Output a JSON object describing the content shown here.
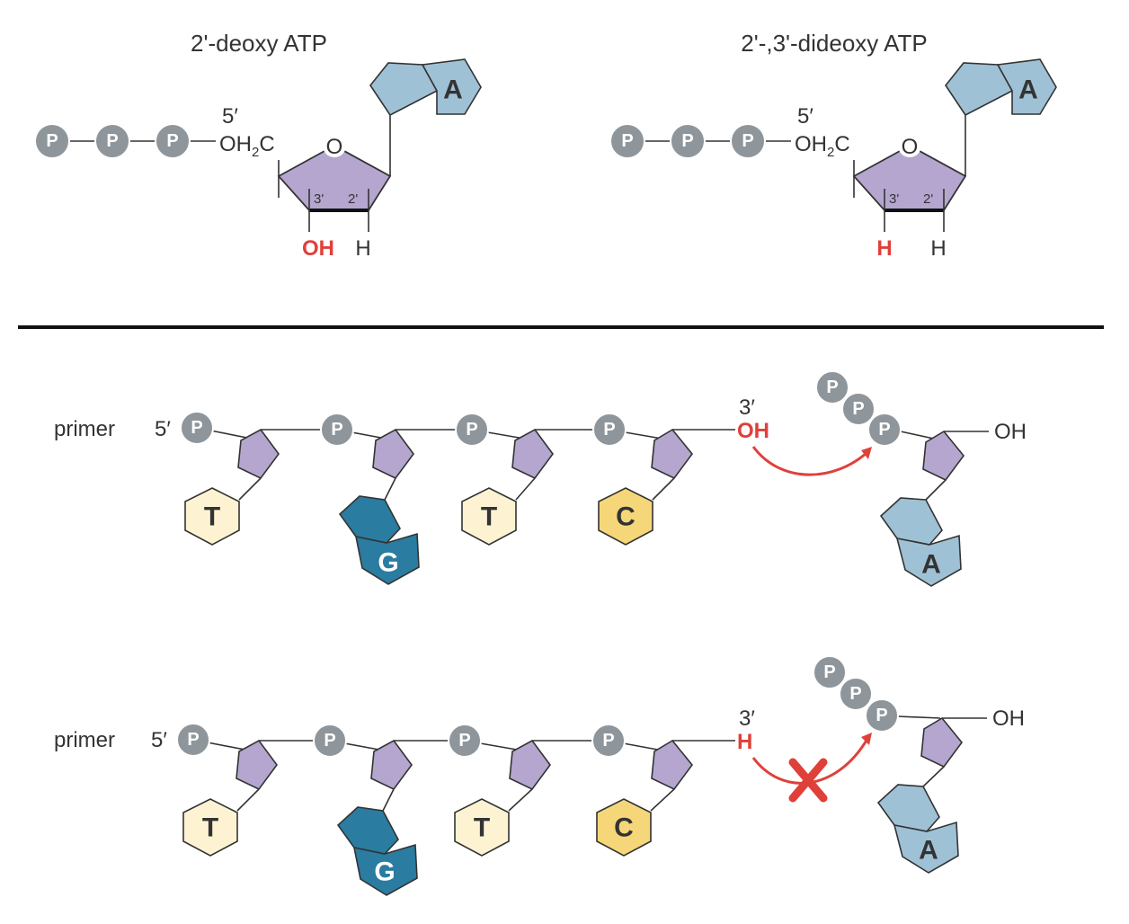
{
  "top": {
    "left_title": "2'-deoxy ATP",
    "right_title": "2'-,3'-dideoxy ATP",
    "phosphate_label": "P",
    "five_prime": "5′",
    "oh2c": "OH",
    "oh2c_sub": "2",
    "oh2c_c": "C",
    "ring_o": "O",
    "c3": "3'",
    "c2": "2'",
    "left_3_group": "OH",
    "left_2_group": "H",
    "right_3_group": "H",
    "right_2_group": "H",
    "base_a": "A"
  },
  "rows": [
    {
      "label": "primer",
      "five_prime": "5′",
      "bases": [
        "T",
        "G",
        "T",
        "C"
      ],
      "three_prime": "3′",
      "three_prime_group": "OH",
      "incoming_phosphates": [
        "P",
        "P",
        "P"
      ],
      "incoming_oh": "OH",
      "incoming_base": "A",
      "blocked": false
    },
    {
      "label": "primer",
      "five_prime": "5′",
      "bases": [
        "T",
        "G",
        "T",
        "C"
      ],
      "three_prime": "3′",
      "three_prime_group": "H",
      "incoming_phosphates": [
        "P",
        "P",
        "P"
      ],
      "incoming_oh": "OH",
      "incoming_base": "A",
      "blocked": true
    }
  ],
  "colors": {
    "phosphate": "#8e969b",
    "sugar": "#b5a6cf",
    "adenine": "#9fc1d6",
    "guanine": "#2a7ca0",
    "thymine": "#fdf3d2",
    "cytosine": "#f5d77a",
    "highlight_red": "#e0403a"
  }
}
